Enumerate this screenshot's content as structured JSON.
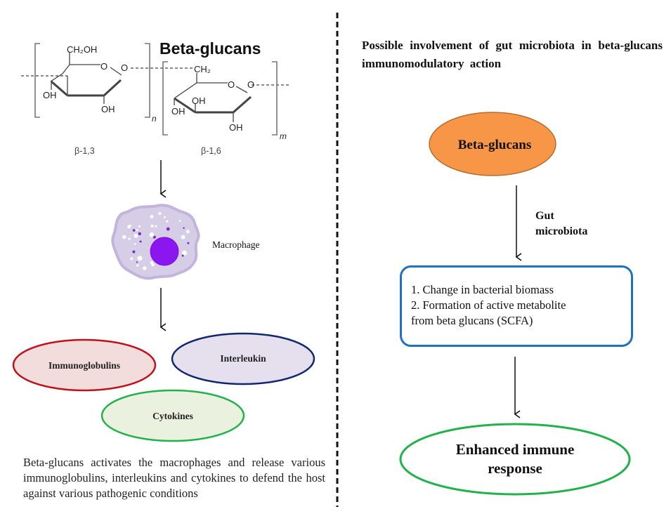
{
  "left_panel": {
    "structure": {
      "title": "Beta-glucans",
      "unit1": {
        "substituent_top": "CH₂OH",
        "ring_oxygen": "O",
        "link_oxygen": "O",
        "oh_left": "OH",
        "oh_bottom": "OH",
        "subscript": "n",
        "linkage_label": "β-1,3"
      },
      "unit2": {
        "substituent_top": "CH₂",
        "ring_oxygen": "O",
        "link_oxygen": "O",
        "oh_left": "OH",
        "oh_mid": "OH",
        "oh_bottom": "OH",
        "subscript": "m",
        "linkage_label": "β-1,6"
      }
    },
    "macrophage_label": "Macrophage",
    "ellipses": [
      {
        "id": "immunoglobulins",
        "label": "Immunoglobulins",
        "stroke": "#c0121c",
        "fill": "#f3dcdc"
      },
      {
        "id": "interleukin",
        "label": "Interleukin",
        "stroke": "#12286e",
        "fill": "#e6e0ee"
      },
      {
        "id": "cytokines",
        "label": "Cytokines",
        "stroke": "#22b24c",
        "fill": "#ebf1df"
      }
    ],
    "caption": "Beta-glucans activates the macrophages and release various immunoglobulins, interleukins and cytokines to defend the host against various pathogenic conditions"
  },
  "right_panel": {
    "title": "Possible involvement of gut microbiota in beta-glucans immunomodulatory action",
    "top_node": {
      "label": "Beta-glucans",
      "fill": "#f79646",
      "stroke": "#b66d2f"
    },
    "arrow_label_line1": "Gut",
    "arrow_label_line2": "microbiota",
    "box": {
      "stroke": "#1f72c0",
      "lines": [
        "1. Change in bacterial biomass",
        "2. Formation of active metabolite",
        "from beta glucans (SCFA)"
      ]
    },
    "bottom_node": {
      "line1": "Enhanced immune",
      "line2": "response",
      "stroke": "#22b24c"
    }
  },
  "colors": {
    "macrophage_body": "#d6cde6",
    "macrophage_edge": "#c2b4dc",
    "macrophage_nucleus": "#8b16f0",
    "macrophage_granule": "#7a2fc4"
  }
}
